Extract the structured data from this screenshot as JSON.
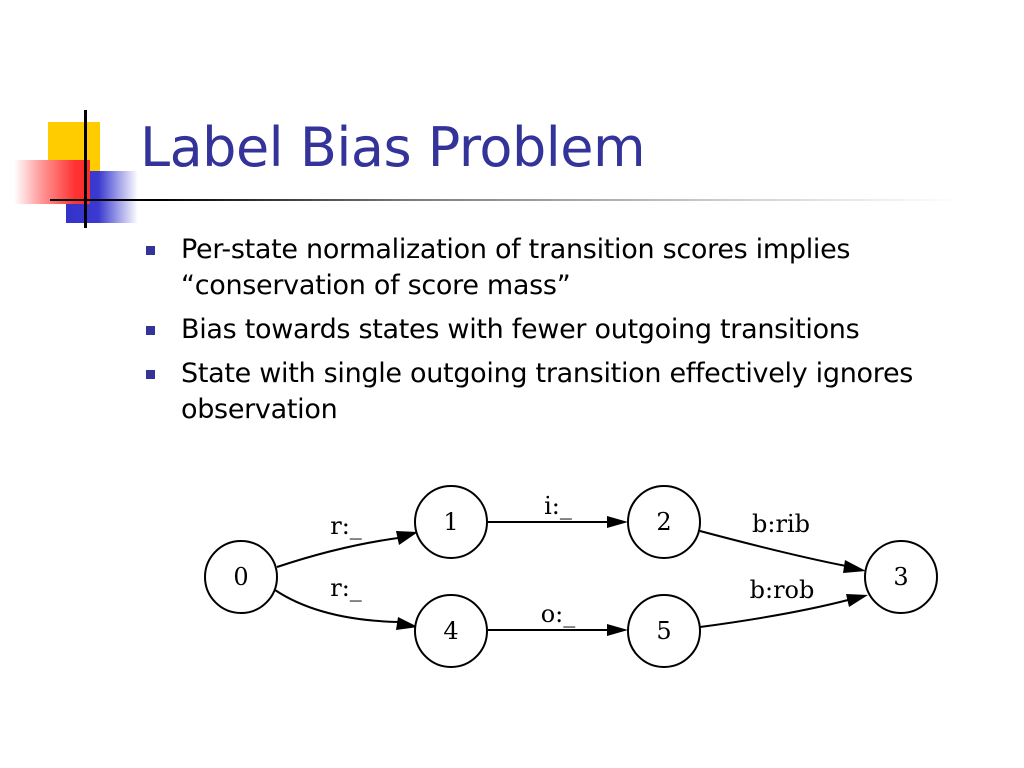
{
  "slide": {
    "title": "Label Bias Problem",
    "bullets": [
      "Per-state normalization of transition scores implies “conservation of score mass”",
      "Bias towards states with fewer outgoing transitions",
      "State with single outgoing transition effectively ignores observation"
    ],
    "colors": {
      "title": "#333399",
      "bullet": "#333399",
      "accent_yellow": "#ffcc00",
      "accent_red": "#ff3333",
      "accent_blue": "#3333cc"
    }
  },
  "diagram": {
    "nodes": [
      {
        "id": "0",
        "label": "0"
      },
      {
        "id": "1",
        "label": "1"
      },
      {
        "id": "2",
        "label": "2"
      },
      {
        "id": "3",
        "label": "3"
      },
      {
        "id": "4",
        "label": "4"
      },
      {
        "id": "5",
        "label": "5"
      }
    ],
    "edges": [
      {
        "from": "0",
        "to": "1",
        "label": "r:_"
      },
      {
        "from": "1",
        "to": "2",
        "label": "i:_"
      },
      {
        "from": "2",
        "to": "3",
        "label": "b:rib"
      },
      {
        "from": "0",
        "to": "4",
        "label": "r:_"
      },
      {
        "from": "4",
        "to": "5",
        "label": "o:_"
      },
      {
        "from": "5",
        "to": "3",
        "label": "b:rob"
      }
    ]
  }
}
